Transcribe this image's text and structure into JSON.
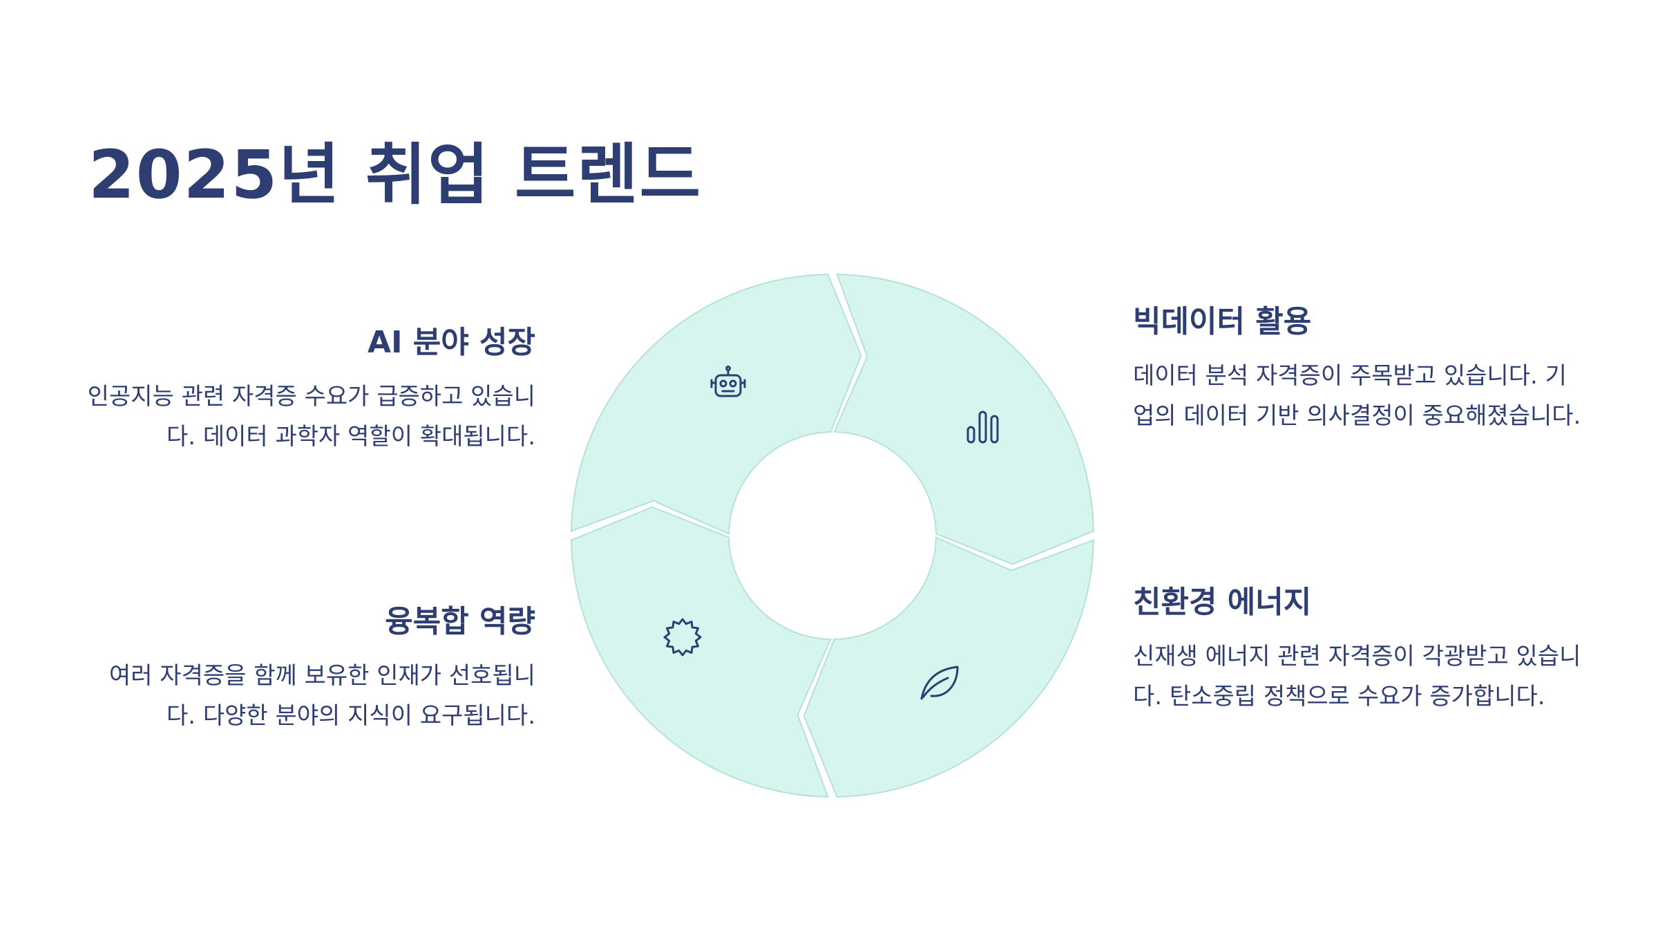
{
  "title": "2025년 취업 트렌드",
  "colors": {
    "text": "#2f3e72",
    "segment_fill": "#d6f5ee",
    "segment_stroke": "#b6e2d6",
    "background": "#ffffff"
  },
  "items": [
    {
      "heading": "AI 분야 성장",
      "body": "인공지능 관련 자격증 수요가 급증하고 있습니다. 데이터 과학자 역할이 확대됩니다.",
      "icon": "robot-icon"
    },
    {
      "heading": "빅데이터 활용",
      "body": "데이터 분석 자격증이 주목받고 있습니다. 기업의 데이터 기반 의사결정이 중요해졌습니다.",
      "icon": "bar-chart-icon"
    },
    {
      "heading": "융복합 역량",
      "body": "여러 자격증을 함께 보유한 인재가 선호됩니다. 다양한 분야의 지식이 요구됩니다.",
      "icon": "badge-icon"
    },
    {
      "heading": "친환경 에너지",
      "body": "신재생 에너지 관련 자격증이 각광받고 있습니다. 탄소중립 정책으로 수요가 증가합니다.",
      "icon": "leaf-icon"
    }
  ]
}
